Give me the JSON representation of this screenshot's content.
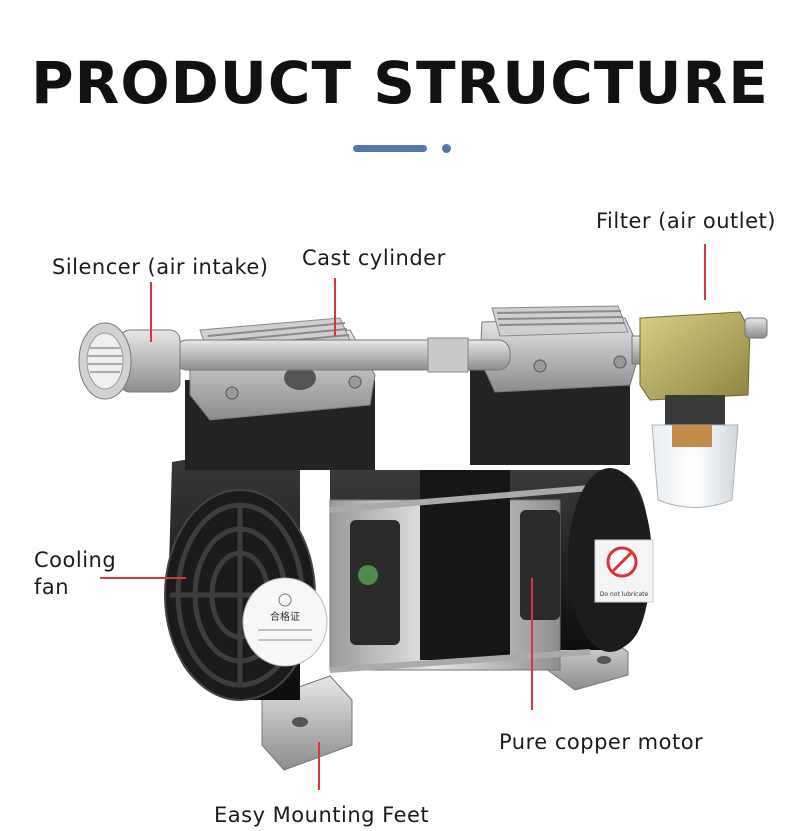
{
  "title": "PRODUCT STRUCTURE",
  "accent_color": "#5277a8",
  "leader_color": "#d9353c",
  "labels": {
    "silencer": "Silencer (air intake)",
    "cast_cylinder": "Cast cylinder",
    "filter": "Filter (air outlet)",
    "cooling_line1": "Cooling",
    "cooling_line2": "fan",
    "motor": "Pure copper motor",
    "feet": "Easy Mounting Feet"
  },
  "product_marks": {
    "certificate": "合格证",
    "warning": "Do not lubricate"
  }
}
